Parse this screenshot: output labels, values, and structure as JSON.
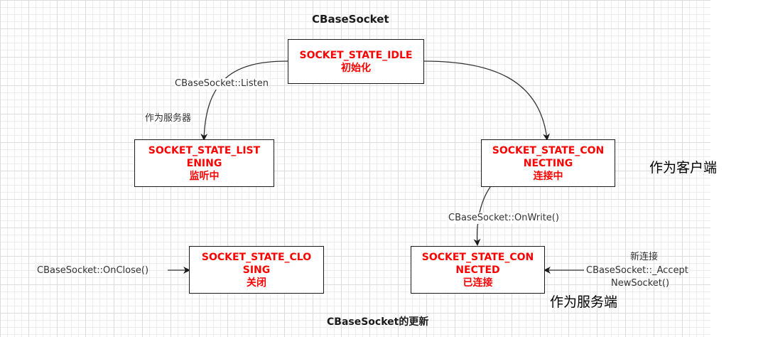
{
  "title": "CBaseSocket",
  "caption": "CBaseSocket的更新",
  "states": {
    "idle": {
      "line1": "SOCKET_STATE_IDLE",
      "line2": "",
      "line3": "初始化"
    },
    "listening": {
      "line1": "SOCKET_STATE_LIST",
      "line2": "ENING",
      "line3": "监听中"
    },
    "connecting": {
      "line1": "SOCKET_STATE_CON",
      "line2": "NECTING",
      "line3": "连接中"
    },
    "closing": {
      "line1": "SOCKET_STATE_CLO",
      "line2": "SING",
      "line3": "关闭"
    },
    "connected": {
      "line1": "SOCKET_STATE_CON",
      "line2": "NECTED",
      "line3": "已连接"
    }
  },
  "edge_labels": {
    "listen": "CBaseSocket::Listen",
    "as_server_small": "作为服务器",
    "on_write": "CBaseSocket::OnWrite()",
    "on_close": "CBaseSocket::OnClose()",
    "new_conn": "新连接",
    "accept_1": "CBaseSocket::_Accept",
    "accept_2": "NewSocket()"
  },
  "side_notes": {
    "client": "作为客户端",
    "server": "作为服务端"
  }
}
